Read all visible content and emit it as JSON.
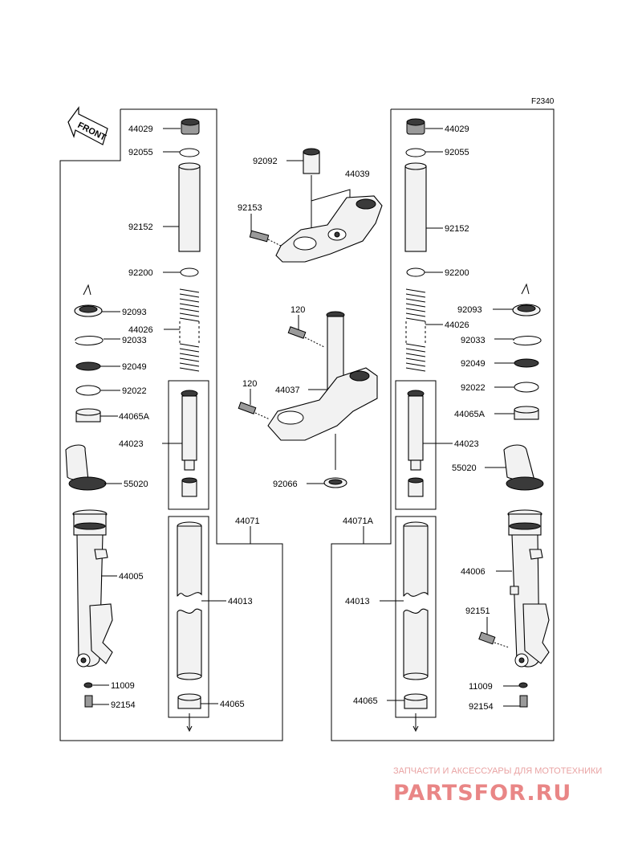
{
  "diagram": {
    "ref_code": "F2340",
    "front_label": "FRONT",
    "left": {
      "cap": "44029",
      "oring_top": "92055",
      "pipe": "92152",
      "washer": "92200",
      "spring_seat": "92093",
      "spring": "44026",
      "clip": "92033",
      "oil_seal": "92049",
      "ring": "92022",
      "bushing": "44065A",
      "cylinder": "44023",
      "guard": "55020",
      "outer_tube": "44005",
      "gasket": "11009",
      "bolt_bottom": "92154",
      "fork_assy": "44071",
      "inner_tube": "44013",
      "bushing_lower": "44065"
    },
    "center": {
      "collar": "92092",
      "upper_bracket": "44039",
      "bolt_upper": "92153",
      "bolt_stem": "120",
      "stem": "44037",
      "bolt_lower": "120",
      "nut": "92066"
    },
    "right": {
      "cap": "44029",
      "oring_top": "92055",
      "pipe": "92152",
      "washer": "92200",
      "spring_seat": "92093",
      "spring": "44026",
      "clip": "92033",
      "oil_seal": "92049",
      "ring": "92022",
      "bushing": "44065A",
      "cylinder": "44023",
      "guard": "55020",
      "outer_tube": "44006",
      "bolt_axle": "92151",
      "gasket": "11009",
      "bolt_bottom": "92154",
      "fork_assy": "44071A",
      "inner_tube": "44013",
      "bushing_lower": "44065"
    }
  },
  "watermark": {
    "tagline": "ЗАПЧАСТИ И АКСЕССУАРЫ ДЛЯ МОТОТЕХНИКИ",
    "brand": "PARTSFOR.RU",
    "color": "#e98686"
  }
}
